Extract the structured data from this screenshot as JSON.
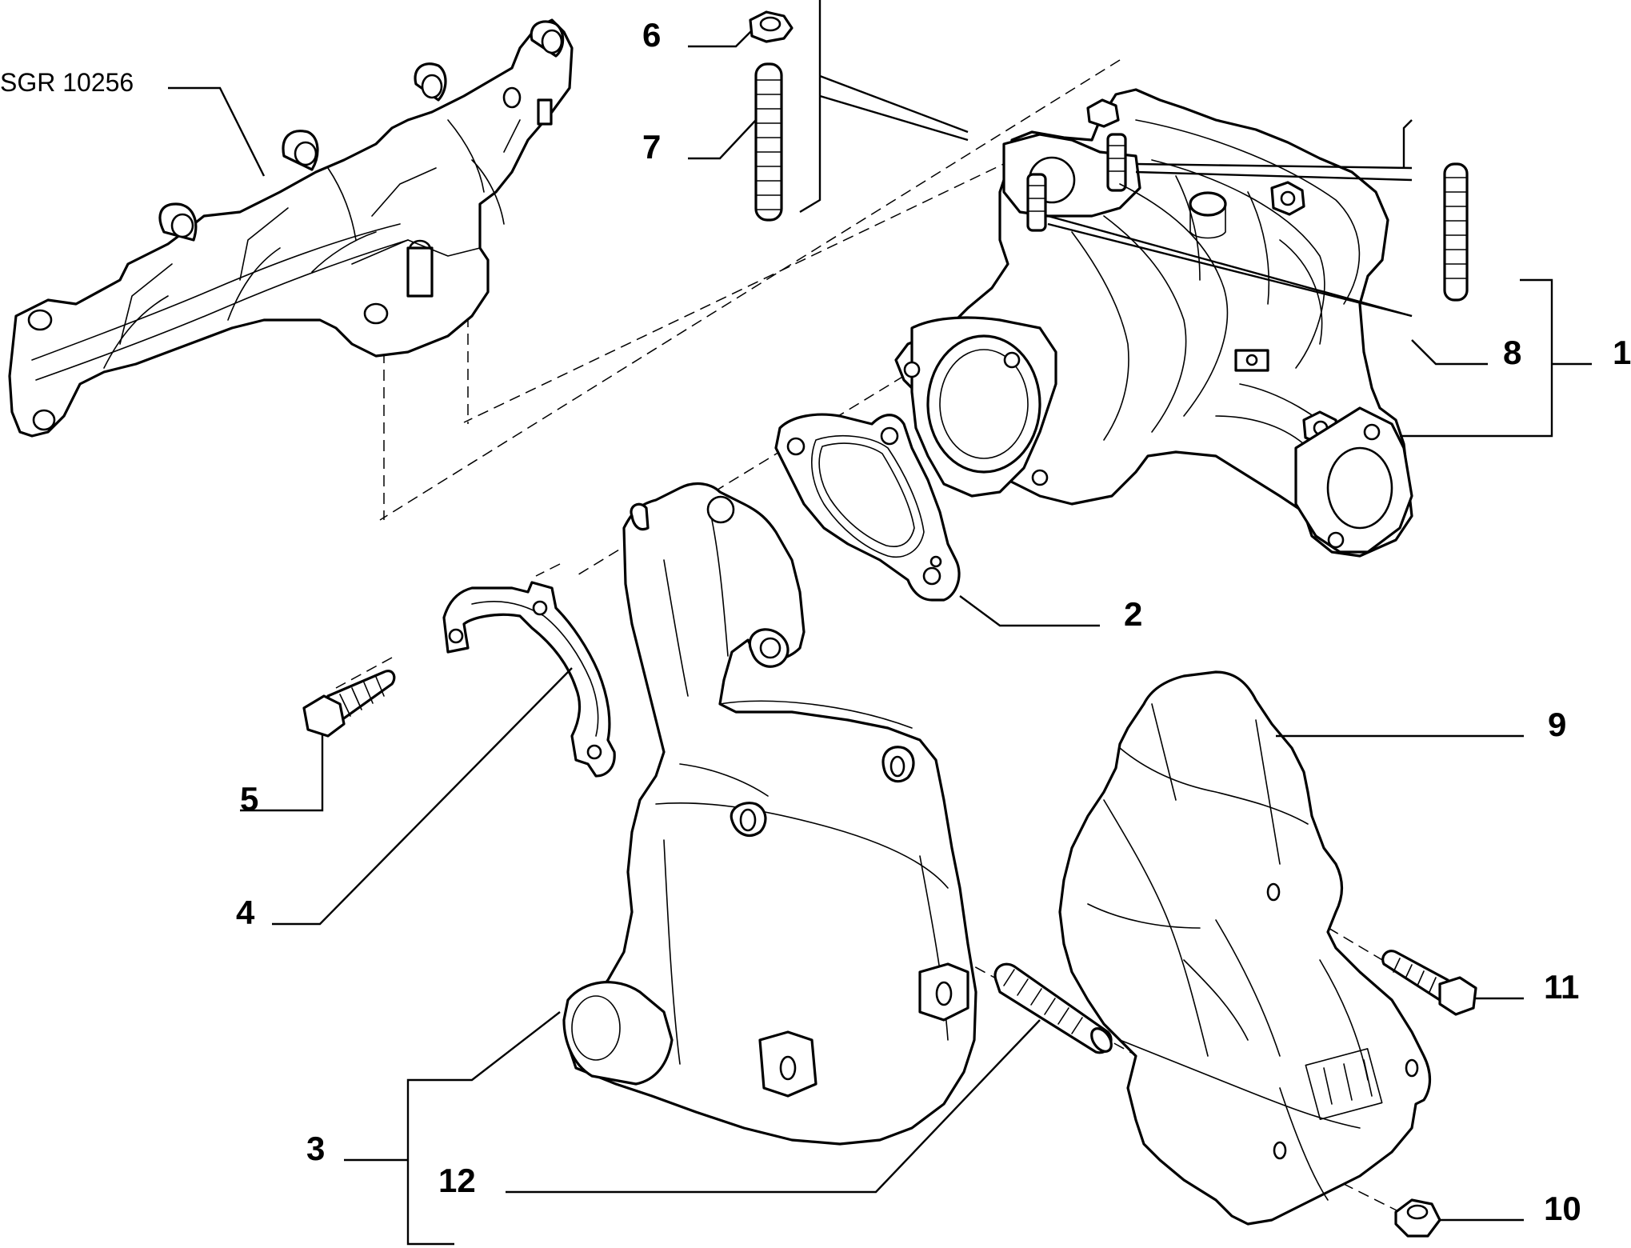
{
  "diagram": {
    "reference_code": "SGR 10256",
    "callouts": [
      "1",
      "2",
      "3",
      "4",
      "5",
      "6",
      "7",
      "8",
      "9",
      "10",
      "11",
      "12"
    ]
  }
}
